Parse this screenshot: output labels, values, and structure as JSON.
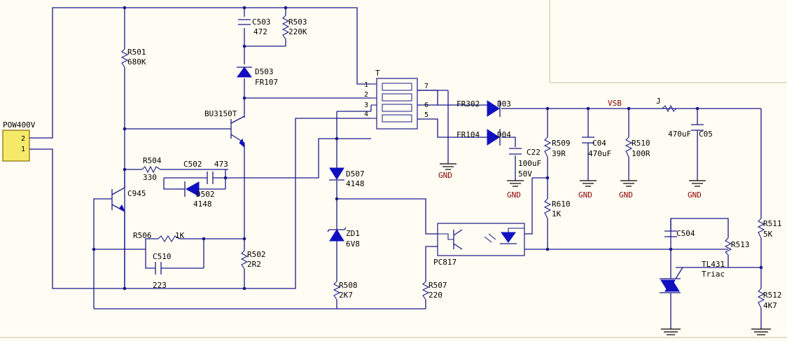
{
  "connector": {
    "ref": "POW400V",
    "pin_top": "2",
    "pin_bottom": "1"
  },
  "transformer": {
    "ref": "T",
    "pins": [
      "1",
      "2",
      "3",
      "4",
      "7",
      "6",
      "5"
    ]
  },
  "components": {
    "c503": {
      "ref": "C503",
      "val": "472"
    },
    "r503": {
      "ref": "R503",
      "val": "220K"
    },
    "r501": {
      "ref": "R501",
      "val": "680K"
    },
    "d503": {
      "ref": "D503",
      "val": "FR107"
    },
    "q1": {
      "ref": "BU3150T"
    },
    "r504": {
      "ref": "R504",
      "val": "330"
    },
    "c502": {
      "ref": "C502",
      "val": "473"
    },
    "d502": {
      "ref": "D502",
      "val": "4148"
    },
    "q2": {
      "ref": "C945"
    },
    "r506": {
      "ref": "R506",
      "val": "1K"
    },
    "c510": {
      "ref": "C510",
      "val": "223"
    },
    "r502": {
      "ref": "R502",
      "val": "2R2"
    },
    "d507": {
      "ref": "D507",
      "val": "4148"
    },
    "zd1": {
      "ref": "ZD1",
      "val": "6V8"
    },
    "r508": {
      "ref": "R508",
      "val": "2K7"
    },
    "r507": {
      "ref": "R507",
      "val": "220"
    },
    "pc817": {
      "ref": "PC817"
    },
    "d03": {
      "ref": "D03",
      "model": "FR302"
    },
    "d04": {
      "ref": "D04",
      "model": "FR104"
    },
    "c22": {
      "ref": "C22",
      "val": "100uF",
      "volt": "50V"
    },
    "r509": {
      "ref": "R509",
      "val": "39R"
    },
    "r610": {
      "ref": "R610",
      "val": "1K"
    },
    "c04": {
      "ref": "C04",
      "val": "470uF"
    },
    "r510": {
      "ref": "R510",
      "val": "100R"
    },
    "j": {
      "ref": "J"
    },
    "c05": {
      "ref": "C05",
      "val": "470uF"
    },
    "c504": {
      "ref": "C504"
    },
    "r513": {
      "ref": "R513"
    },
    "tl431": {
      "ref": "TL431",
      "type": "Triac"
    },
    "r511": {
      "ref": "R511",
      "val": "5K"
    },
    "r512": {
      "ref": "R512",
      "val": "4K7"
    }
  },
  "nets": {
    "vsb": "VSB",
    "gnd": "GND"
  }
}
